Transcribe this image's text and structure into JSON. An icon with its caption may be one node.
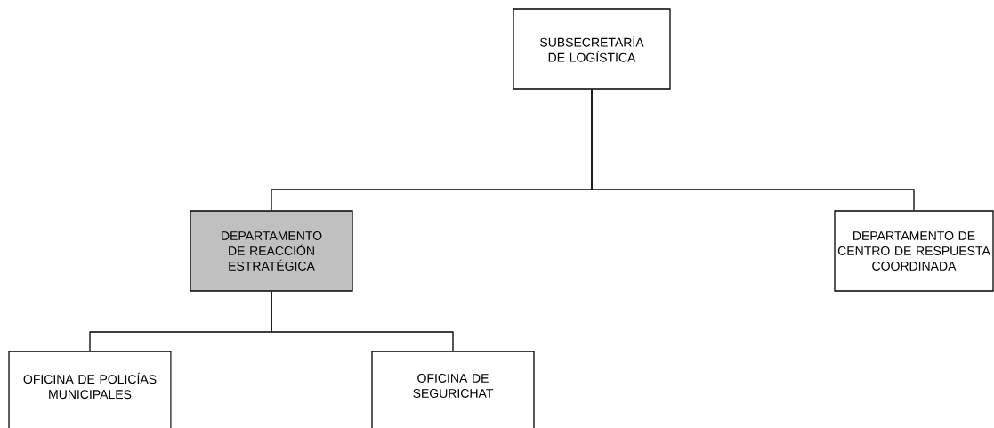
{
  "diagram": {
    "nodes": [
      {
        "text": [
          "SUBSECRETARÍA DE LOGÍSTICA"
        ]
      },
      {
        "text": [
          "DEPARTAMENTO DE REACCIÓN ESTRATÉGICA"
        ]
      },
      {
        "text": [
          "DEPARTAMENTO DE CENTRO DE RESPUESTA COORDINADA"
        ]
      },
      {
        "text": [
          "OFICINA DE POLICÍAS MUNICIPALES"
        ]
      },
      {
        "text": [
          "OFICINA DE SEGURICHAT"
        ]
      }
    ],
    "edges": [
      {
        "from": 0,
        "to": 1,
        "arrow": "none"
      },
      {
        "from": 0,
        "to": 2,
        "arrow": "none"
      },
      {
        "from": 1,
        "to": 3,
        "arrow": "none"
      },
      {
        "from": 1,
        "to": 4,
        "arrow": "none"
      }
    ]
  }
}
